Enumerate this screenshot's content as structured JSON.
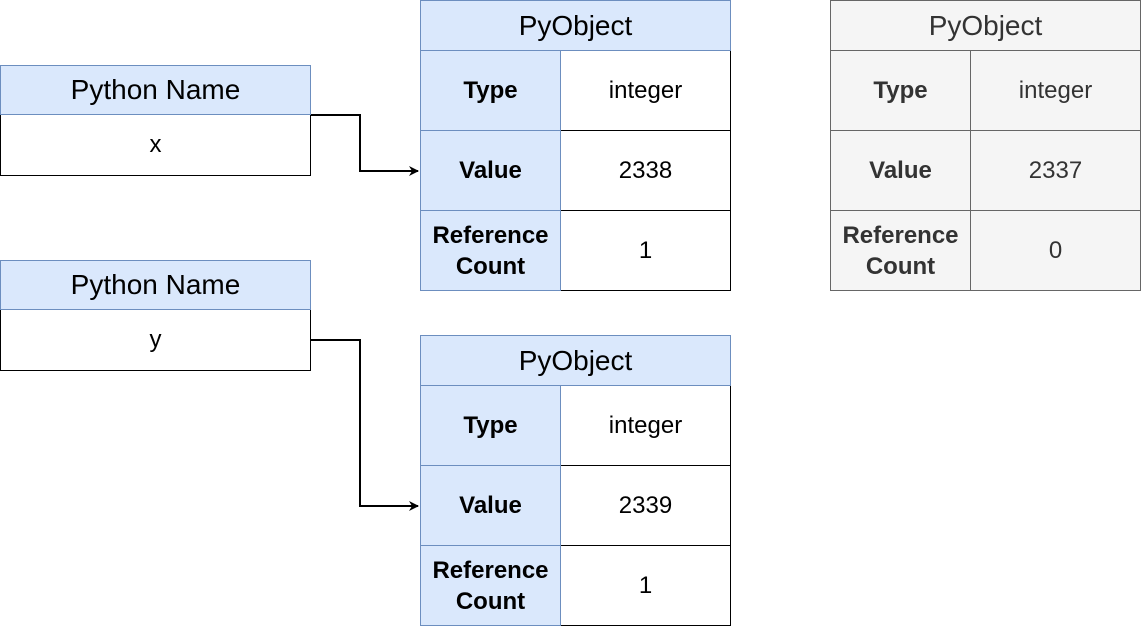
{
  "names": [
    {
      "header": "Python Name",
      "value": "x"
    },
    {
      "header": "Python Name",
      "value": "y"
    }
  ],
  "objects": [
    {
      "header": "PyObject",
      "rows": [
        {
          "label": "Type",
          "value": "integer"
        },
        {
          "label": "Value",
          "value": "2338"
        },
        {
          "label": "Reference\nCount",
          "value": "1"
        }
      ]
    },
    {
      "header": "PyObject",
      "rows": [
        {
          "label": "Type",
          "value": "integer"
        },
        {
          "label": "Value",
          "value": "2339"
        },
        {
          "label": "Reference\nCount",
          "value": "1"
        }
      ]
    },
    {
      "header": "PyObject",
      "rows": [
        {
          "label": "Type",
          "value": "integer"
        },
        {
          "label": "Value",
          "value": "2337"
        },
        {
          "label": "Reference\nCount",
          "value": "0"
        }
      ]
    }
  ],
  "colors": {
    "blue_fill": "#dae8fc",
    "blue_stroke": "#6c8ebf",
    "gray_fill": "#f5f5f5",
    "gray_stroke": "#666666"
  }
}
